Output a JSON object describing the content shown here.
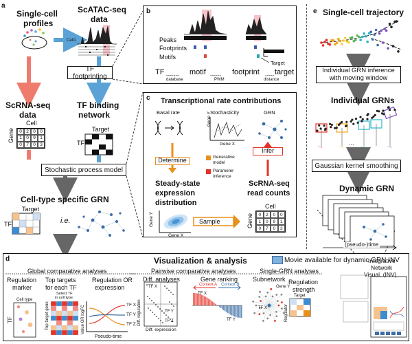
{
  "panel_a": {
    "letter": "a",
    "single_cell_profiles": [
      "Single-cell",
      "profiles"
    ],
    "scatac_data": [
      "ScATAC-seq",
      "data"
    ],
    "cell1": "Cell1",
    "scrna_data": [
      "ScRNA-seq",
      "data"
    ],
    "tf_binding_network": [
      "TF binding",
      "network"
    ],
    "cell_label": "Cell",
    "gene_label": "Gene",
    "target_label": "Target",
    "tf_label": "TF",
    "expression_matrix": [
      [
        "0",
        "2",
        "0",
        "0"
      ],
      [
        "1",
        "0",
        "9",
        "1"
      ],
      [
        "0",
        "7",
        "0",
        "3"
      ]
    ],
    "tf_footprinting": "TF footprinting",
    "stochastic_process_model": "Stochastic process model",
    "celltype_grn": "Cell-type specific GRN",
    "target_label2": "Target",
    "tf_label2": "TF",
    "ie": "i.e."
  },
  "panel_b": {
    "letter": "b",
    "peaks": "Peaks",
    "footprints": "Footprints",
    "motifs": "Motifs",
    "target": "Target",
    "tf": "TF",
    "database": "database",
    "motif": "motif",
    "pwm": "PWM",
    "footprint": "footprint",
    "distance": "distance",
    "target2": "target"
  },
  "panel_c": {
    "letter": "c",
    "title": "Transcriptional rate contributions",
    "basal_rate": "Basal rate",
    "stochasticity": "Stochasticity",
    "grn": "GRN",
    "gene_y": "Gene Y",
    "gene_x": "Gene X",
    "determine": "Determine",
    "infer": "Infer",
    "legend_generative": [
      "Generative",
      "model"
    ],
    "legend_parameter": [
      "Parameter",
      "inference"
    ],
    "steady_state": [
      "Steady-state",
      "expression",
      "distribution"
    ],
    "scrna_read_counts": [
      "ScRNA-seq",
      "read counts"
    ],
    "sample": "Sample",
    "cell_label": "Cell",
    "gene_label": "Gene",
    "gene_y2": "Gene Y",
    "gene_x2": "Gene X",
    "count_matrix": [
      [
        "0",
        "2",
        "0",
        "0"
      ],
      [
        "1",
        "0",
        "9",
        "1"
      ],
      [
        "0",
        "7",
        "0",
        "3"
      ]
    ]
  },
  "panel_e": {
    "letter": "e",
    "title": "Single-cell trajectory",
    "individual_inference": [
      "Individual GRN inference",
      "with moving window"
    ],
    "individual_grns": "Individual GRNs",
    "gaussian": "Gaussian kernel smoothing",
    "dynamic_grn": "Dynamic GRN",
    "pseudo_time": "(pseudo-)time",
    "ellipsis": "..."
  },
  "panel_d": {
    "letter": "d",
    "title": "Visualization & analysis",
    "movie_note": "Movie available for dynamic GRN INV",
    "global": "Global comparative analyses",
    "pairwise": "Pairwise comparative analyses",
    "single": "Single-GRN analyses",
    "regulation_marker": [
      "Regulation",
      "marker"
    ],
    "cell_type": "Cell type",
    "tf": "TF",
    "top_targets": [
      "Top targets",
      "for each TF"
    ],
    "select_tf": [
      "Select TF",
      "in cell type"
    ],
    "top_target_gene": "Top target gene",
    "regulation_or_expression": [
      "Regulation OR",
      "expression"
    ],
    "value_axis": "Value OR logFC",
    "pseudo_time": "Pseudo-time",
    "tf_x": "TF X",
    "tf_y": "TF Y",
    "tf_z": "TF Z",
    "diff_analyses": "Diff. analyses",
    "diff_regulation": "Diff. regulation",
    "diff_expression": "Diff. expression",
    "gene_ranking": "Gene ranking",
    "context_a": "Context A",
    "context_b": "Context B",
    "subnetwork": "Subnetwork",
    "gene_y": "Gene Y",
    "tf_x_net": "TF X",
    "regulation_strength": [
      "Regulation",
      "strength"
    ],
    "target": "Target",
    "regulator": "Regulator",
    "integrative": [
      "Integrative",
      "Network",
      "Visual. (INV)"
    ]
  }
}
